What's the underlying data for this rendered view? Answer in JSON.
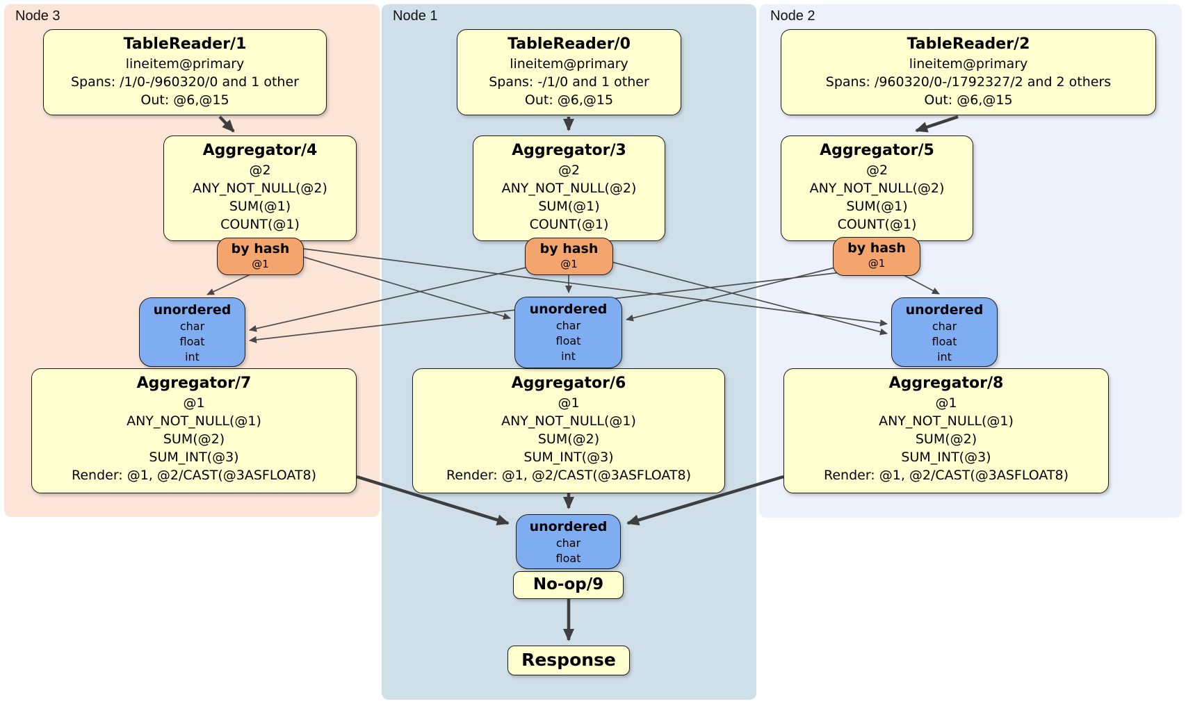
{
  "colors": {
    "node3_bg": "#fce4d6",
    "node1_bg": "#cfdfe9",
    "node2_bg": "#edf1fb",
    "process_box_fill": "#ffffcf",
    "router_fill": "#f4a56e",
    "sync_fill": "#7fadf2",
    "edge_color": "#404040"
  },
  "node_labels": [
    "Node 3",
    "Node 1",
    "Node 2"
  ],
  "boxes": {
    "tr1": {
      "title": "TableReader/1",
      "lines": [
        "lineitem@primary",
        "Spans: /1/0-/960320/0 and 1 other",
        "Out: @6,@15"
      ]
    },
    "tr0": {
      "title": "TableReader/0",
      "lines": [
        "lineitem@primary",
        "Spans: -/1/0 and 1 other",
        "Out: @6,@15"
      ]
    },
    "tr2": {
      "title": "TableReader/2",
      "lines": [
        "lineitem@primary",
        "Spans: /960320/0-/1792327/2 and 2 others",
        "Out: @6,@15"
      ]
    },
    "agg4": {
      "title": "Aggregator/4",
      "lines": [
        "@2",
        "ANY_NOT_NULL(@2)",
        "SUM(@1)",
        "COUNT(@1)"
      ]
    },
    "agg3": {
      "title": "Aggregator/3",
      "lines": [
        "@2",
        "ANY_NOT_NULL(@2)",
        "SUM(@1)",
        "COUNT(@1)"
      ]
    },
    "agg5": {
      "title": "Aggregator/5",
      "lines": [
        "@2",
        "ANY_NOT_NULL(@2)",
        "SUM(@1)",
        "COUNT(@1)"
      ]
    },
    "agg7": {
      "title": "Aggregator/7",
      "lines": [
        "@1",
        "ANY_NOT_NULL(@1)",
        "SUM(@2)",
        "SUM_INT(@3)",
        "Render: @1, @2/CAST(@3ASFLOAT8)"
      ]
    },
    "agg6": {
      "title": "Aggregator/6",
      "lines": [
        "@1",
        "ANY_NOT_NULL(@1)",
        "SUM(@2)",
        "SUM_INT(@3)",
        "Render: @1, @2/CAST(@3ASFLOAT8)"
      ]
    },
    "agg8": {
      "title": "Aggregator/8",
      "lines": [
        "@1",
        "ANY_NOT_NULL(@1)",
        "SUM(@2)",
        "SUM_INT(@3)",
        "Render: @1, @2/CAST(@3ASFLOAT8)"
      ]
    },
    "noop": {
      "title": "No-op/9"
    },
    "response": {
      "title": "Response"
    }
  },
  "routers": [
    {
      "title": "by hash",
      "detail": "@1"
    },
    {
      "title": "by hash",
      "detail": "@1"
    },
    {
      "title": "by hash",
      "detail": "@1"
    }
  ],
  "syncs": [
    {
      "title": "unordered",
      "lines": [
        "char",
        "float",
        "int"
      ]
    },
    {
      "title": "unordered",
      "lines": [
        "char",
        "float",
        "int"
      ]
    },
    {
      "title": "unordered",
      "lines": [
        "char",
        "float",
        "int"
      ]
    },
    {
      "title": "unordered",
      "lines": [
        "char",
        "float"
      ]
    }
  ]
}
